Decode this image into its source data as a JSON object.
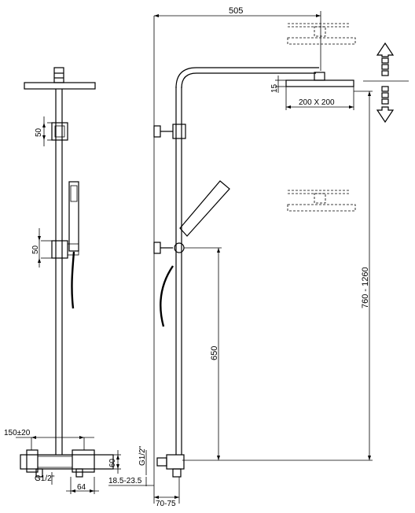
{
  "dimensions": {
    "top_width": "505",
    "head_thickness": "15",
    "head_size": "200 X 200",
    "height_range": "760 - 1260",
    "hand_bracket_height": "650",
    "front_left_bracket": "50",
    "front_lower_bracket": "50",
    "spread": "150±20",
    "valve_height": "60",
    "thread_front": "G1/2\"",
    "valve_depth": "64",
    "thread_side": "G1/2\"",
    "wall_offset": "18.5-23.5",
    "bottom_offset": "70-75"
  },
  "colors": {
    "line": "#000000",
    "background": "#ffffff"
  },
  "icons": [
    "arrow-up-icon",
    "arrow-down-icon"
  ]
}
